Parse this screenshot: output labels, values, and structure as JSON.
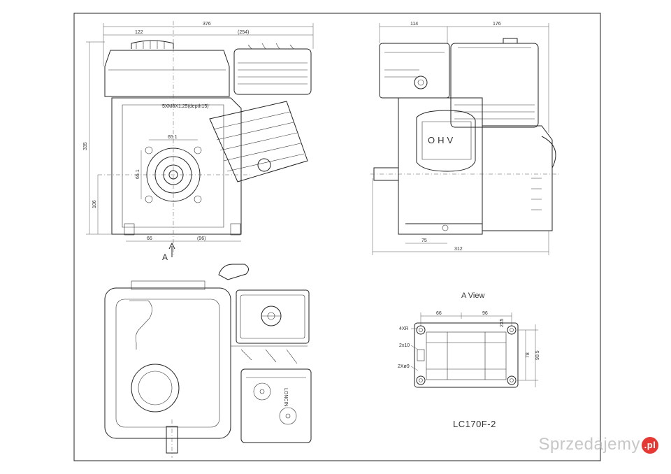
{
  "dims_left": {
    "overall_width": "376",
    "part_a": "122",
    "part_b": "(254)",
    "height_total": "335",
    "height_shaft": "106",
    "bottom_a": "66",
    "bottom_b": "(96)",
    "mount_v": "65.1",
    "mount_h": "65.1",
    "thread_note": "5XM8X1.25(depth15)",
    "view_marker": "A"
  },
  "dims_right": {
    "top_a": "114",
    "top_b": "176",
    "bottom_a": "75",
    "bottom_b": "312",
    "badge": "OHV"
  },
  "a_view": {
    "title": "A  View",
    "top_a": "66",
    "top_b": "96",
    "note_holes": "4XR",
    "note_2x10": "2x10",
    "note_2x9": "2Xø9",
    "side_a": "2X5",
    "side_b": "78",
    "side_c": "90.5"
  },
  "top_view": {
    "badge": "LONCIN"
  },
  "model": "LC170F-2",
  "watermark": {
    "text": "Sprzedajemy",
    "suffix": ".pl"
  }
}
